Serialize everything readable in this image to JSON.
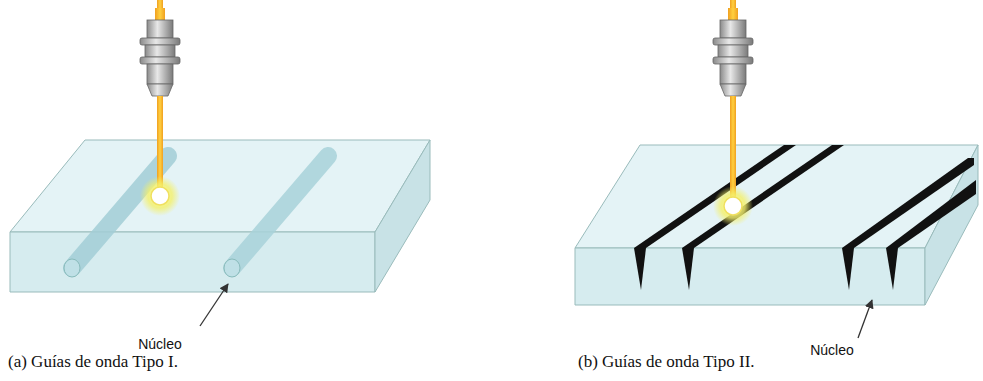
{
  "diagram": {
    "labels": [
      "Núcleo",
      "Núcleo",
      "(a) Guías de onda Tipo I.",
      "(b) Guías de onda Tipo II."
    ]
  }
}
